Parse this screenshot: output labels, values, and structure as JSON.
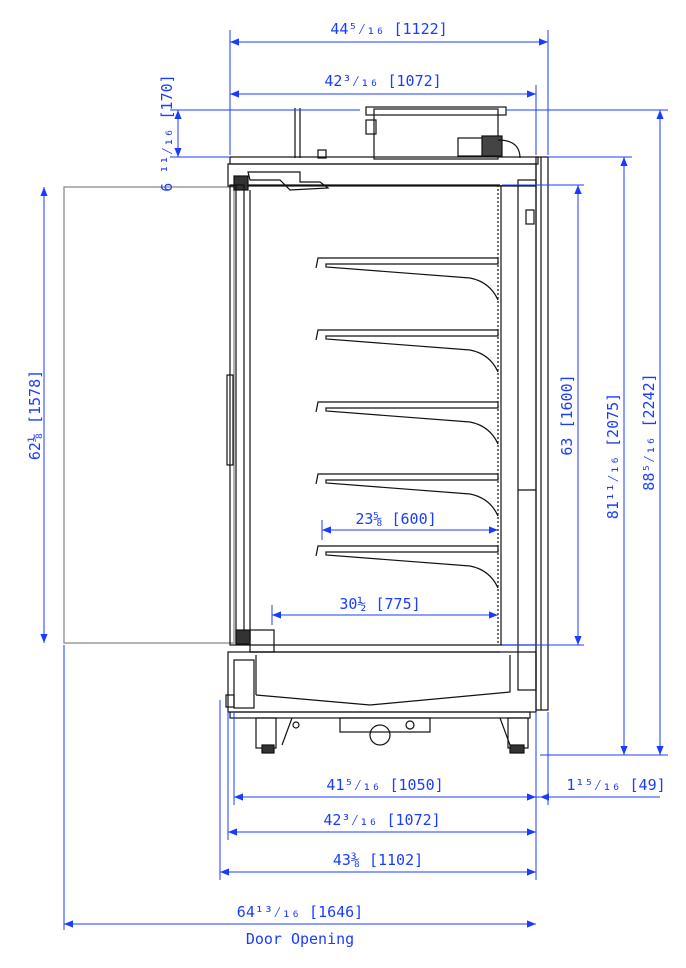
{
  "colors": {
    "dimension": "#1a3cff",
    "drawing": "#111111",
    "door": "#8c8c8c"
  },
  "dimensions": {
    "overall_width_top": "44⁵⁄₁₆ [1122]",
    "width_top_2": "42³⁄₁₆ [1072]",
    "top_unit_height": "6 ¹¹⁄₁₆ [170]",
    "door_height": "62⅛ [1578]",
    "interior_height": "63 [1600]",
    "cabinet_height": "81¹¹⁄₁₆ [2075]",
    "total_height": "88⁵⁄₁₆ [2242]",
    "shelf_depth": "23⅝ [600]",
    "interior_depth": "30½ [775]",
    "base_width": "41⁵⁄₁₆ [1050]",
    "base_offset": "1¹⁵⁄₁₆ [49]",
    "width_bottom_1": "42³⁄₁₆ [1072]",
    "width_bottom_2": "43⅜ [1102]",
    "door_opening_width": "64¹³⁄₁₆ [1646]",
    "door_opening_label": "Door Opening"
  },
  "shelves_count": 5
}
